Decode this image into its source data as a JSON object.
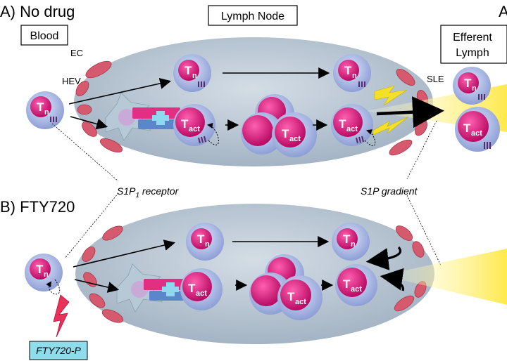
{
  "panels": {
    "a_title": "A) No drug",
    "b_title": "B) FTY720",
    "corner_letter": "A"
  },
  "labels": {
    "blood": "Blood",
    "lymph_node": "Lymph Node",
    "efferent_lymph_1": "Efferent",
    "efferent_lymph_2": "Lymph",
    "ec": "EC",
    "hev": "HEV",
    "sle": "SLE",
    "s1p1_receptor_pre": "S1P",
    "s1p1_receptor_sub": "1",
    "s1p1_receptor_post": " receptor",
    "s1p_gradient": "S1P gradient",
    "drug_box": "FTY720-P"
  },
  "cells": {
    "naive_main": "T",
    "naive_sub": "n",
    "act_main": "T",
    "act_sub": "act"
  },
  "colors": {
    "node_fill": "#b8c6d4",
    "cell_outer": "#a9b6e4",
    "cell_nucleus": "#d1157a",
    "endothelial": "#d65a6e",
    "gradient_yellow": "#fff176",
    "lightning": "#f4e027",
    "drug_box_fill": "#8fdcec",
    "drug_bolt": "#e8325a"
  }
}
